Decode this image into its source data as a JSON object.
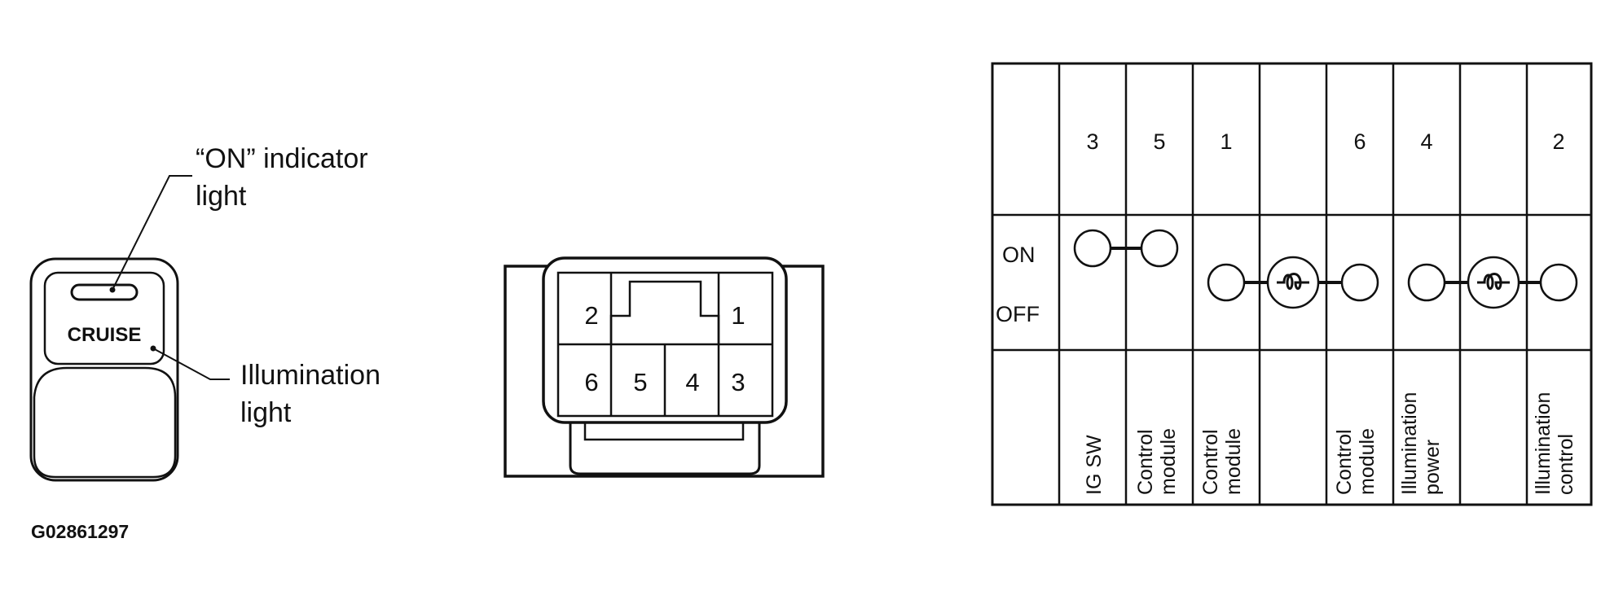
{
  "switch": {
    "on_indicator_label_line1": "“ON” indicator",
    "on_indicator_label_line2": "light",
    "button_text": "CRUISE",
    "illumination_label_line1": "Illumination",
    "illumination_label_line2": "light"
  },
  "connector": {
    "pins": {
      "p1": "1",
      "p2": "2",
      "p3": "3",
      "p4": "4",
      "p5": "5",
      "p6": "6"
    }
  },
  "table": {
    "state_on": "ON",
    "state_off": "OFF",
    "columns": [
      {
        "pin": "",
        "lines": []
      },
      {
        "pin": "3",
        "lines": [
          "IG SW"
        ]
      },
      {
        "pin": "5",
        "lines": [
          "Control",
          "module"
        ]
      },
      {
        "pin": "1",
        "lines": [
          "Control",
          "module"
        ]
      },
      {
        "pin": "",
        "lines": []
      },
      {
        "pin": "6",
        "lines": [
          "Control",
          "module"
        ]
      },
      {
        "pin": "4",
        "lines": [
          "Illumination",
          "power"
        ]
      },
      {
        "pin": "",
        "lines": []
      },
      {
        "pin": "2",
        "lines": [
          "Illumination",
          "control"
        ]
      }
    ],
    "continuity": {
      "on_row": [
        [
          "3",
          "5"
        ]
      ],
      "always": [
        [
          "1",
          "lamp",
          "6"
        ],
        [
          "4",
          "lamp",
          "2"
        ]
      ]
    }
  },
  "figure_code": "G02861297"
}
